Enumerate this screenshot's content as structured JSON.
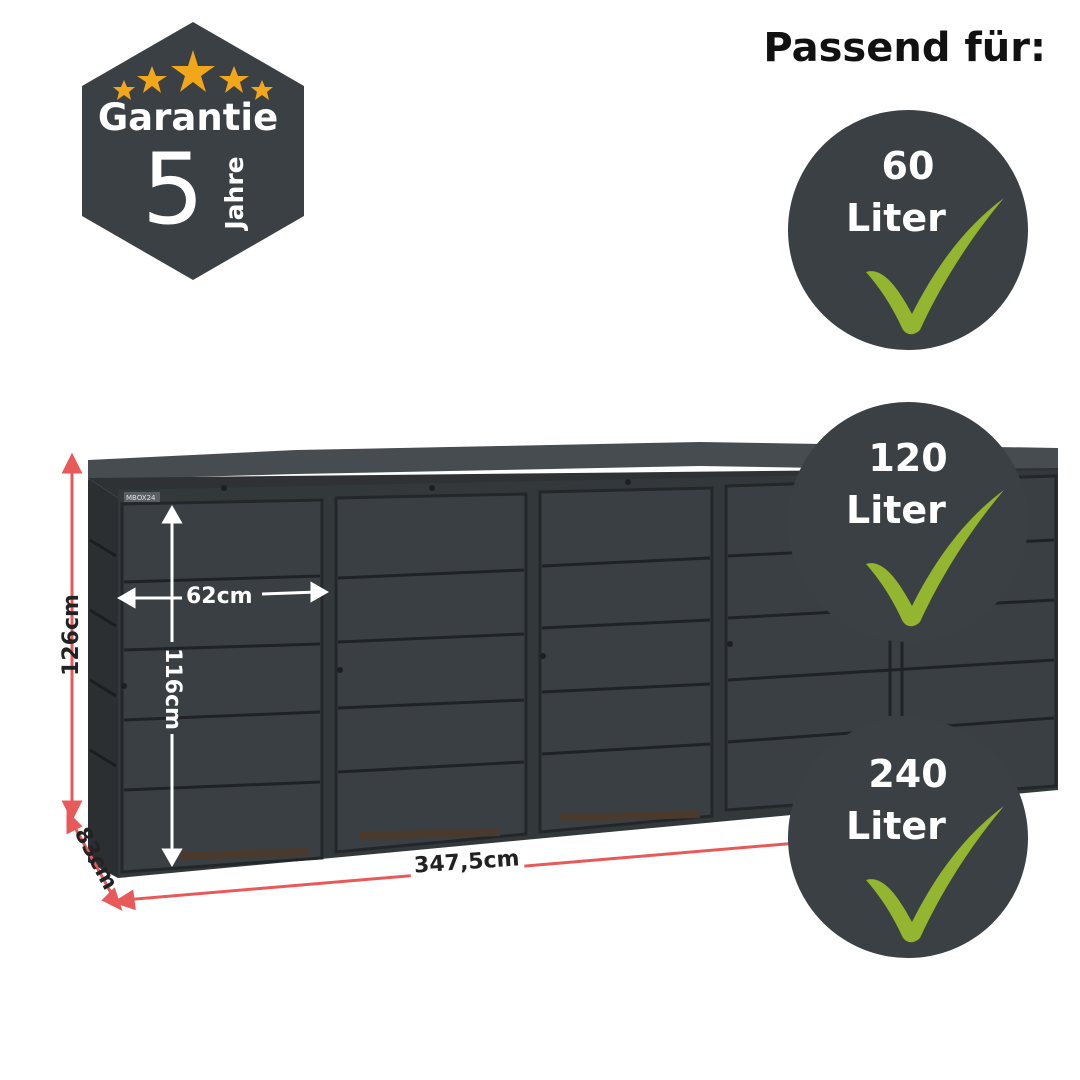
{
  "badge": {
    "title": "Garantie",
    "number": "5",
    "unit": "Jahre",
    "star_color": "#f2a71b",
    "background_color": "#3b4044"
  },
  "headline": "Passend für:",
  "capacities": [
    {
      "value": "60",
      "unit": "Liter",
      "icon": "check-icon"
    },
    {
      "value": "120",
      "unit": "Liter",
      "icon": "check-icon"
    },
    {
      "value": "240",
      "unit": "Liter",
      "icon": "check-icon"
    }
  ],
  "check_color": "#93b52f",
  "circle_color": "#3b4044",
  "dimensions": {
    "height": "126cm",
    "depth": "83cm",
    "width": "347,5cm",
    "door_width": "62cm",
    "door_height": "116cm",
    "line_color": "#e85a5a"
  },
  "brand_tag": "MBOX24"
}
